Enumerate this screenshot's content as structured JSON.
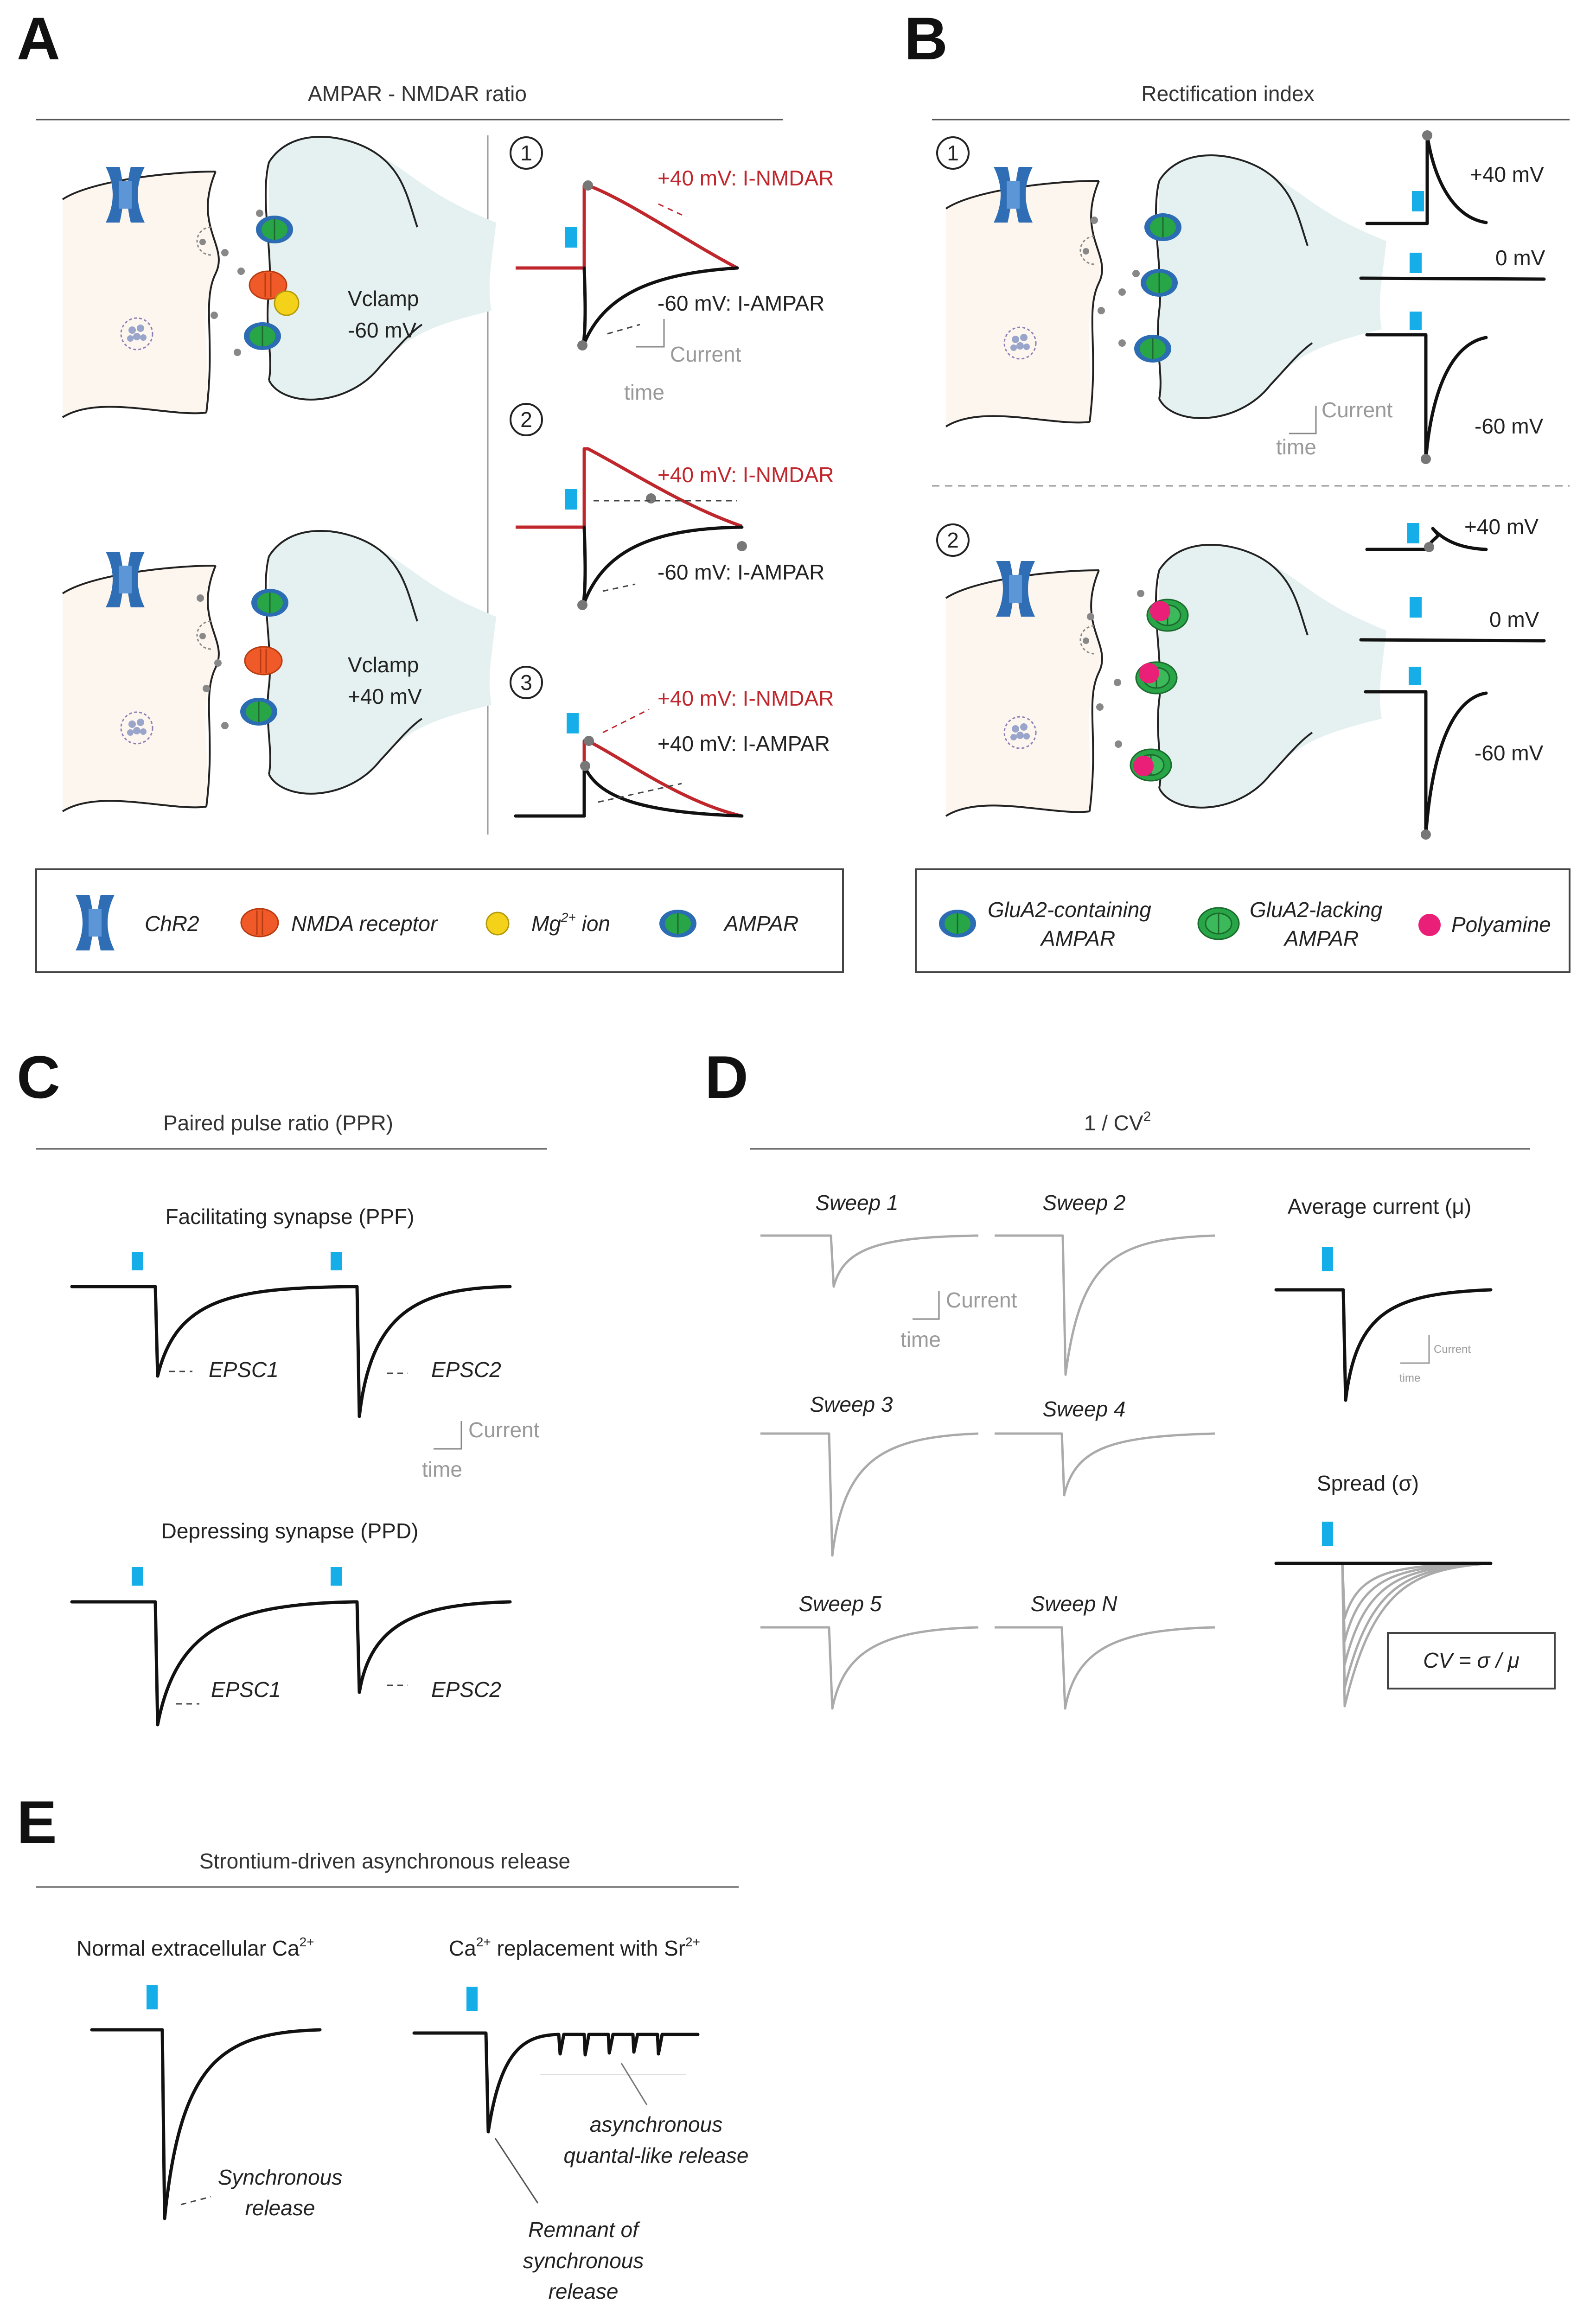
{
  "panels": {
    "a": {
      "letter": "A",
      "title": "AMPAR - NMDAR ratio",
      "cell1_label": "Vclamp",
      "cell1_value": "-60 mV",
      "cell2_label": "Vclamp",
      "cell2_value": "+40 mV",
      "steps": [
        "1",
        "2",
        "3"
      ],
      "trace_labels": {
        "nmdar": "+40 mV: I-NMDAR",
        "ampar_neg": "-60 mV: I-AMPAR",
        "ampar_pos": "+40 mV: I-AMPAR"
      },
      "scale_current": "Current",
      "scale_time": "time",
      "legend": {
        "chr2": "ChR2",
        "nmda": "NMDA receptor",
        "mg": "Mg",
        "mg_sup": "2+",
        "mg_suffix": " ion",
        "ampar": "AMPAR"
      }
    },
    "b": {
      "letter": "B",
      "title": "Rectification index",
      "steps": [
        "1",
        "2"
      ],
      "voltages": [
        "+40 mV",
        "0 mV",
        "-60 mV"
      ],
      "scale_current": "Current",
      "scale_time": "time",
      "legend": {
        "glua2_containing_1": "GluA2-containing",
        "glua2_containing_2": "AMPAR",
        "glua2_lacking_1": "GluA2-lacking",
        "glua2_lacking_2": "AMPAR",
        "polyamine": "Polyamine"
      }
    },
    "c": {
      "letter": "C",
      "title": "Paired pulse ratio (PPR)",
      "facilitating": "Facilitating synapse (PPF)",
      "depressing": "Depressing synapse (PPD)",
      "epsc1": "EPSC1",
      "epsc2": "EPSC2",
      "scale_current": "Current",
      "scale_time": "time"
    },
    "d": {
      "letter": "D",
      "title_prefix": "1 / CV",
      "title_sup": "2",
      "sweeps": [
        "Sweep 1",
        "Sweep 2",
        "Sweep 3",
        "Sweep 4",
        "Sweep 5",
        "Sweep N"
      ],
      "average": "Average current (μ)",
      "spread": "Spread (σ)",
      "cv_formula": "CV = σ / μ",
      "scale_current": "Current",
      "scale_time": "time",
      "scale_current_small": "Current",
      "scale_time_small": "time"
    },
    "e": {
      "letter": "E",
      "title": "Strontium-driven asynchronous release",
      "normal_prefix": "Normal extracellular Ca",
      "normal_sup": "2+",
      "replace_a": "Ca",
      "replace_sup1": "2+",
      "replace_b": " replacement with Sr",
      "replace_sup2": "2+",
      "sync_1": "Synchronous",
      "sync_2": "release",
      "async_1": "asynchronous",
      "async_2": "quantal-like release",
      "remnant_1": "Remnant of",
      "remnant_2": "synchronous",
      "remnant_3": "release"
    }
  },
  "colors": {
    "nmdar_trace": "#c0272d",
    "light_pulse": "#16aee8",
    "chr2": "#2f6db5",
    "nmda_receptor": "#f05a28",
    "mg_ion": "#f5d21a",
    "ampar_outer": "#2b6cb3",
    "ampar_inner": "#27a547",
    "polyamine": "#ea1f77",
    "presynaptic_fill": "#fdf6ee",
    "postsynaptic_fill": "#e5f1f0",
    "sweep_gray": "#aaaaaa"
  }
}
